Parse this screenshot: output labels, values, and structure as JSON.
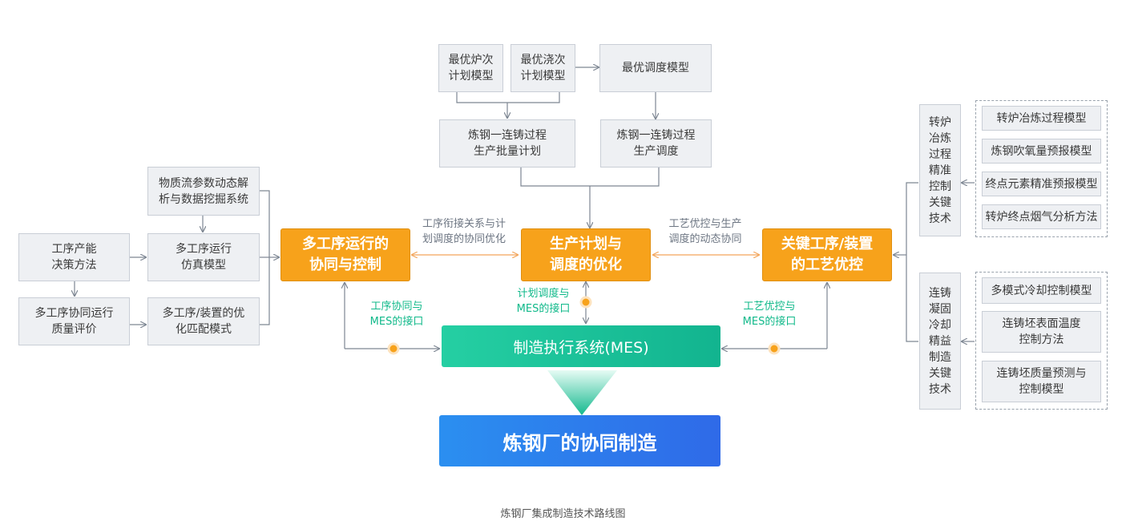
{
  "top": {
    "furnace_plan": "最优炉次\n计划模型",
    "casting_plan": "最优浇次\n计划模型",
    "dispatch_model": "最优调度模型",
    "batch_plan": "炼钢一连铸过程\n生产批量计划",
    "dispatch": "炼钢一连铸过程\n生产调度"
  },
  "left": {
    "material_flow": "物质流参数动态解\n析与数据挖掘系统",
    "capacity": "工序产能\n决策方法",
    "simulation": "多工序运行\n仿真模型",
    "quality": "多工序协同运行\n质量评价",
    "matching": "多工序/装置的优\n化匹配模式"
  },
  "core": {
    "multi_process": "多工序运行的\n协同与控制",
    "plan_opt": "生产计划与\n调度的优化",
    "key_process": "关键工序/装置\n的工艺优控",
    "mes": "制造执行系统(MES)",
    "final": "炼钢厂的协同制造"
  },
  "notes": {
    "left_link": "工序衔接关系与计\n划调度的协同优化",
    "right_link": "工艺优控与生产\n调度的动态协同"
  },
  "green_labels": {
    "left": "工序协同与\nMES的接口",
    "center": "计划调度与\nMES的接口",
    "right": "工艺优控与\nMES的接口"
  },
  "right": {
    "converter_title": "转炉\n冶炼\n过程\n精准\n控制\n关键\n技术",
    "converter_items": [
      "转炉冶炼过程模型",
      "炼钢吹氧量预报模型",
      "终点元素精准预报模型",
      "转炉终点烟气分析方法"
    ],
    "casting_title": "连铸\n凝固\n冷却\n精益\n制造\n关键\n技术",
    "casting_items": [
      "多模式冷却控制模型",
      "连铸坯表面温度\n控制方法",
      "连铸坯质量预测与\n控制模型"
    ]
  },
  "caption": "炼钢厂集成制造技术路线图",
  "colors": {
    "orange": "#f7a21b",
    "mes_green": "#19c098",
    "final_blue": "#2f7bed",
    "connector_dot": "#f7a21b",
    "grey_box": "#eef0f3"
  }
}
